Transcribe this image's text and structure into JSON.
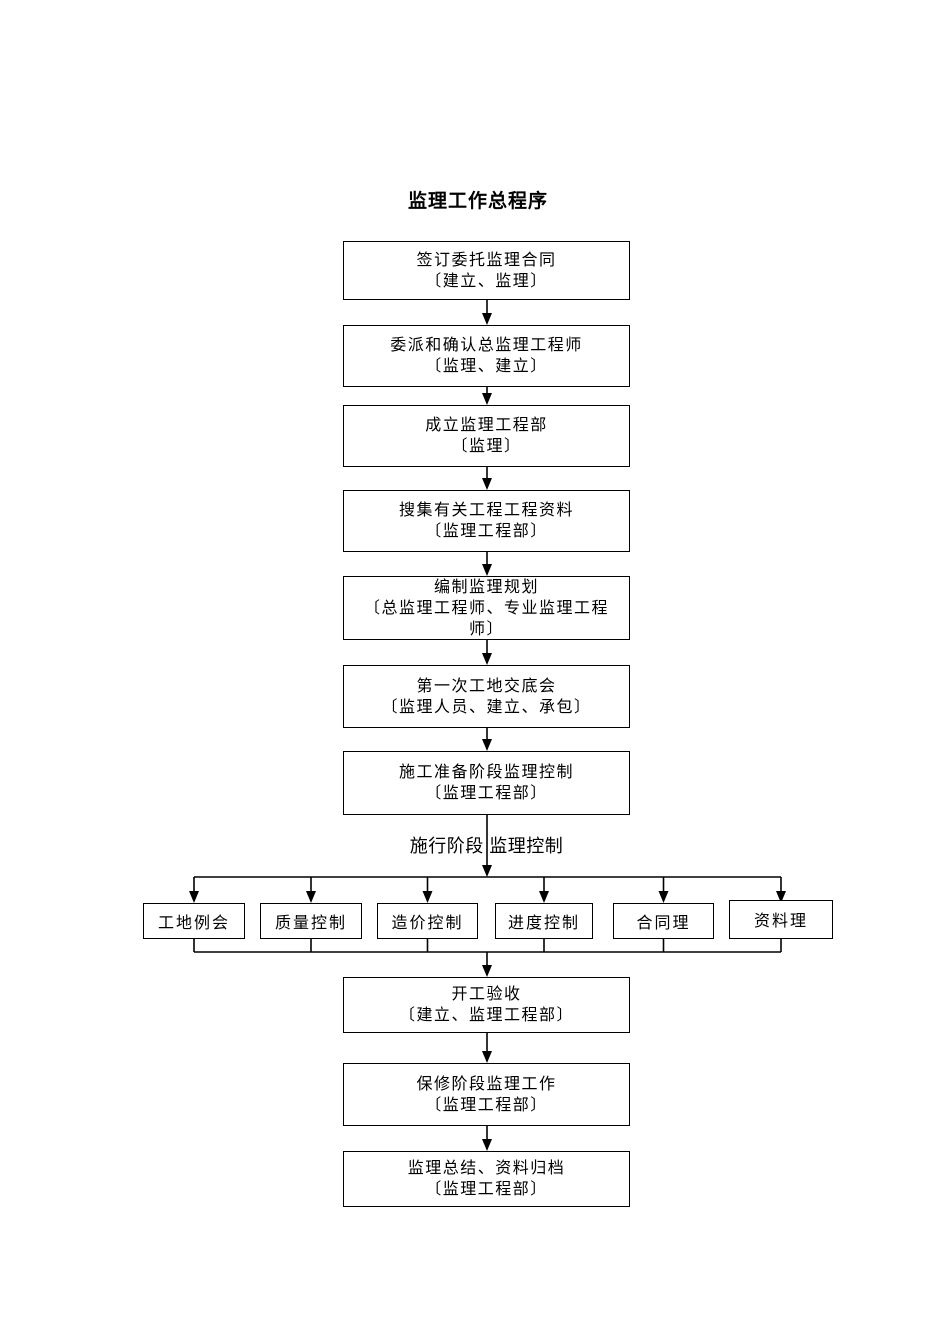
{
  "page": {
    "title": "监理工作总程序"
  },
  "colors": {
    "line": "#000000",
    "background": "#ffffff",
    "text": "#000000"
  },
  "flow": {
    "main_boxes": [
      {
        "name": "sign-contract",
        "lines": [
          "签订委托监理合同",
          "〔建立、监理〕"
        ]
      },
      {
        "name": "appoint-chief",
        "lines": [
          "委派和确认总监理工程师",
          "〔监理、建立〕"
        ]
      },
      {
        "name": "establish-dept",
        "lines": [
          "成立监理工程部",
          "〔监理〕"
        ]
      },
      {
        "name": "collect-info",
        "lines": [
          "搜集有关工程工程资料",
          "〔监理工程部〕"
        ]
      },
      {
        "name": "compile-plan",
        "lines": [
          "编制监理规划",
          "〔总监理工程师、专业监理工程",
          "师〕"
        ]
      },
      {
        "name": "first-meeting",
        "lines": [
          "第一次工地交底会",
          "〔监理人员、建立、承包〕"
        ]
      },
      {
        "name": "prep-stage-ctrl",
        "lines": [
          "施工准备阶段监理控制",
          "〔监理工程部〕"
        ]
      }
    ],
    "stage_label": "施行阶段 监理控制",
    "parallel_boxes": [
      {
        "name": "site-meeting",
        "label": "工地例会"
      },
      {
        "name": "quality-ctrl",
        "label": "质量控制"
      },
      {
        "name": "cost-ctrl",
        "label": "造价控制"
      },
      {
        "name": "schedule-ctrl",
        "label": "进度控制"
      },
      {
        "name": "contract-mgmt",
        "label": "合同理"
      },
      {
        "name": "document-mgmt",
        "label": "资料理"
      }
    ],
    "bottom_boxes": [
      {
        "name": "start-acceptance",
        "lines": [
          "开工验收",
          "〔建立、监理工程部〕"
        ]
      },
      {
        "name": "warranty-stage",
        "lines": [
          "保修阶段监理工作",
          "〔监理工程部〕"
        ]
      },
      {
        "name": "final-summary",
        "lines": [
          "监理总结、资料归档",
          "〔监理工程部〕"
        ]
      }
    ]
  }
}
